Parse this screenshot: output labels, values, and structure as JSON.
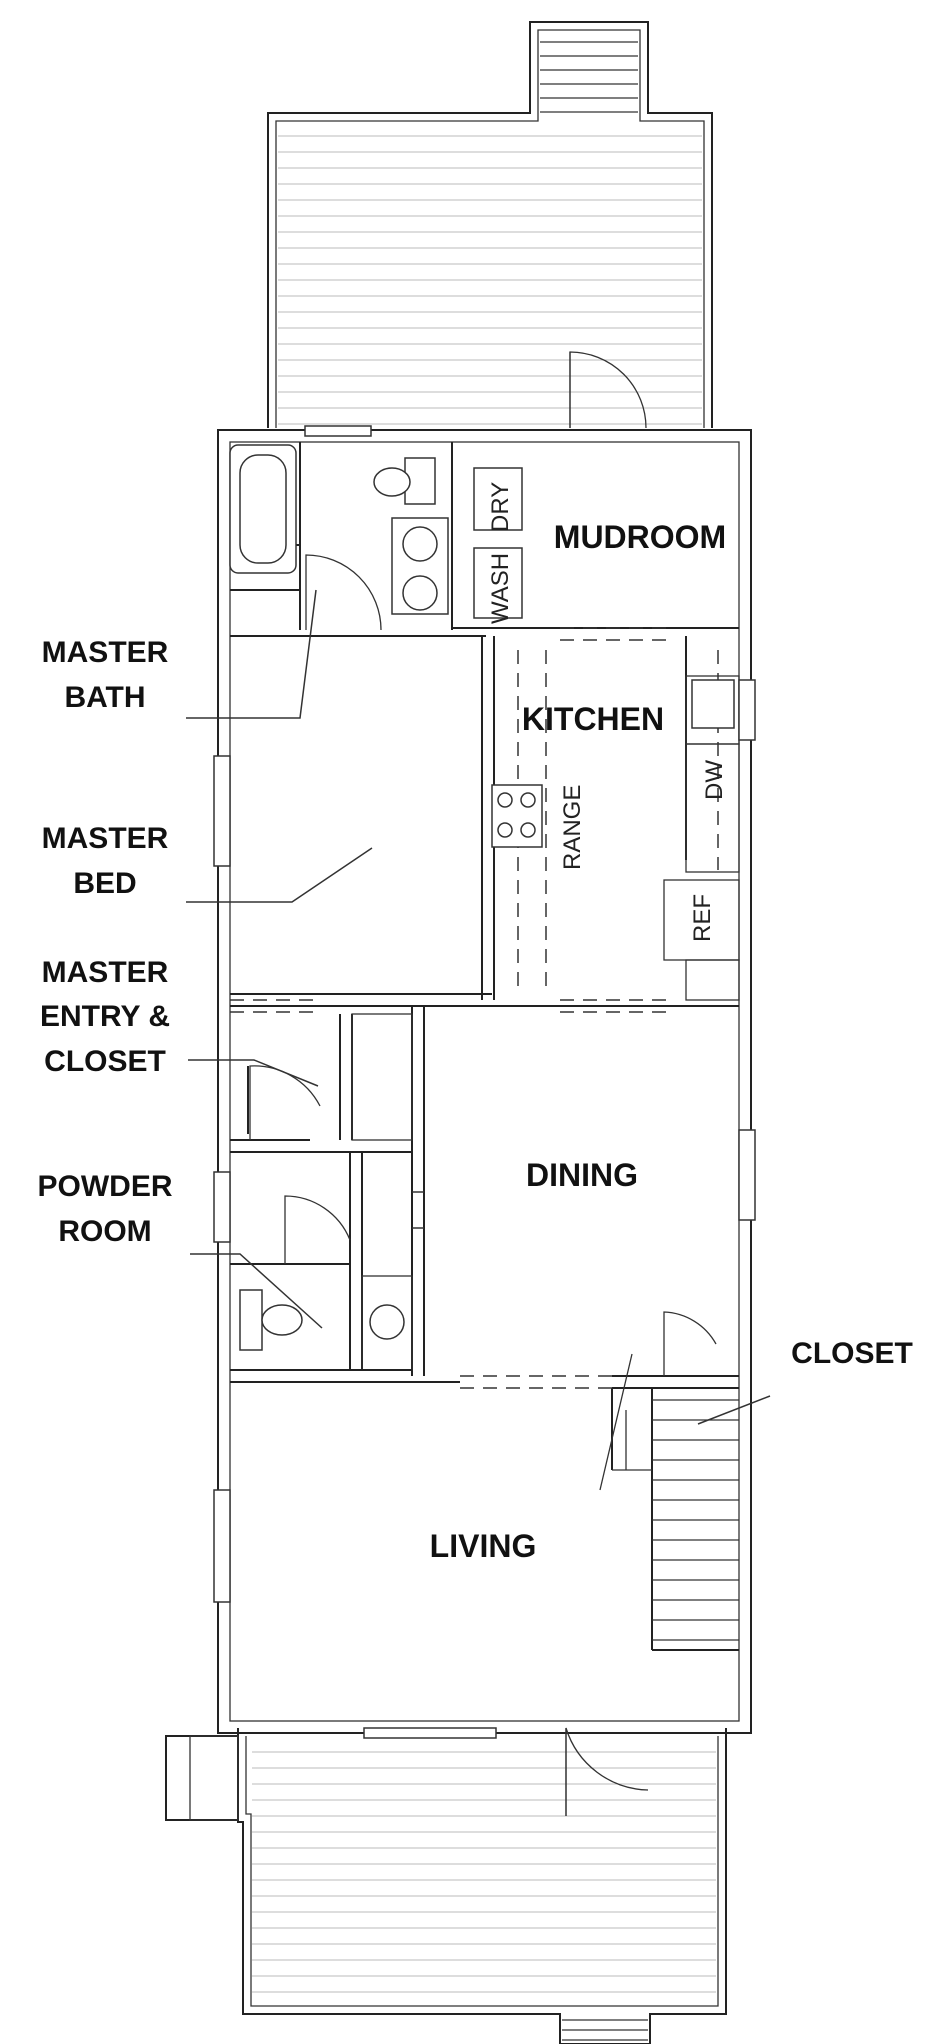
{
  "rooms": {
    "mudroom": "MUDROOM",
    "kitchen": "KITCHEN",
    "dining": "DINING",
    "living": "LIVING"
  },
  "appliances": {
    "dry": "DRY",
    "wash": "WASH",
    "range": "RANGE",
    "dw": "DW",
    "ref": "REF"
  },
  "callouts": {
    "master_bath": [
      "MASTER",
      "BATH"
    ],
    "master_bed": [
      "MASTER",
      "BED"
    ],
    "master_entry": [
      "MASTER",
      "ENTRY &",
      "CLOSET"
    ],
    "powder_room": [
      "POWDER",
      "ROOM"
    ],
    "closet": "CLOSET"
  }
}
